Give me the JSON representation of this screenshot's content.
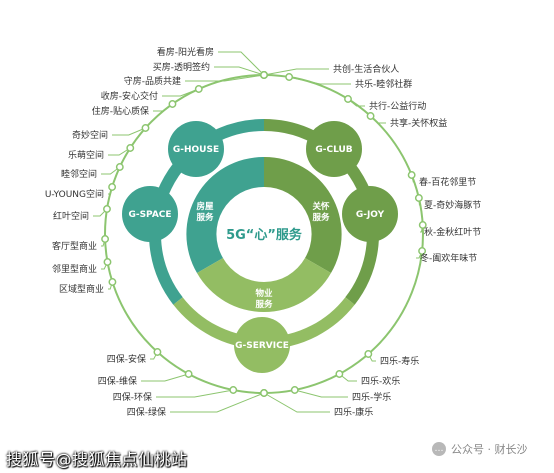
{
  "center_title": "5G“心”服务",
  "segments": {
    "housing": [
      "房屋",
      "服务"
    ],
    "care": [
      "关怀",
      "服务"
    ],
    "property": [
      "物业",
      "服务"
    ]
  },
  "hubs": {
    "house": "G-HOUSE",
    "club": "G-CLUB",
    "space": "G-SPACE",
    "joy": "G-JOY",
    "service": "G-SERVICE"
  },
  "label_groups": {
    "house": [
      "看房-阳光看房",
      "买房-透明签约",
      "守房-品质共建",
      "收房-安心交付",
      "住房-贴心质保"
    ],
    "club": [
      "共创-生活合伙人",
      "共乐-睦邻社群",
      "共行-公益行动",
      "共享-关怀权益"
    ],
    "space": [
      "奇妙空间",
      "乐萌空间",
      "睦邻空间",
      "U-YOUNG空间",
      "红叶空间",
      "客厅型商业",
      "邻里型商业",
      "区域型商业"
    ],
    "joy": [
      "春-百花邻里节",
      "夏-奇妙海豚节",
      "秋-金秋红叶节",
      "冬-阖欢年味节"
    ],
    "service_left": [
      "四保-安保",
      "四保-维保",
      "四保-环保",
      "四保-绿保"
    ],
    "service_right": [
      "四乐-寿乐",
      "四乐-欢乐",
      "四乐-学乐",
      "四乐-康乐"
    ]
  },
  "colors": {
    "teal": "#3fa290",
    "teal_light": "#4db3a0",
    "green": "#6f9e4a",
    "green_light": "#93bd63",
    "outer_ring": "#8cc56f"
  },
  "footer": {
    "source": "搜狐号@搜狐焦点仙桃站",
    "watermark": "公众号 · 财长沙",
    "watermark_icon": "chat-bubble-icon"
  }
}
